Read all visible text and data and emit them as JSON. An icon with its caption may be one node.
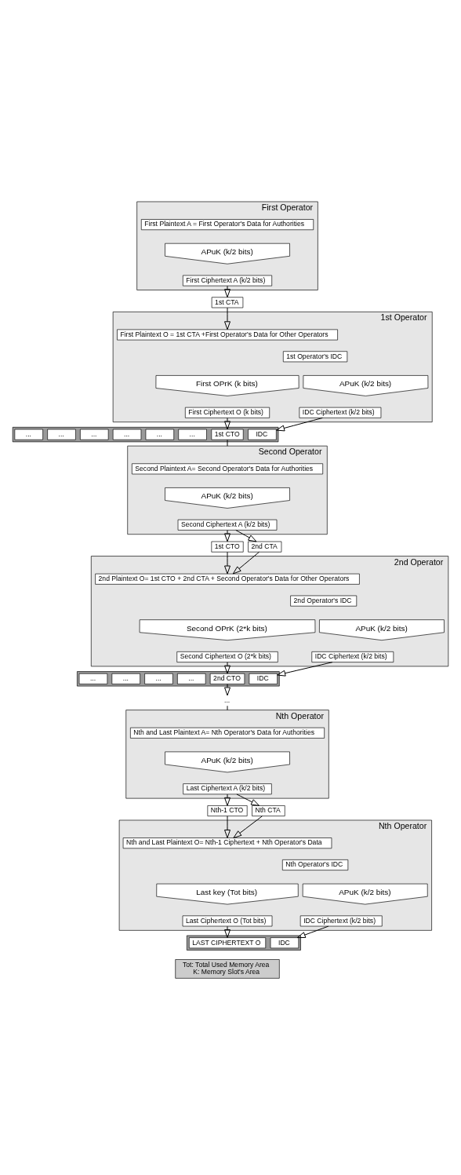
{
  "diagram": {
    "nodes": [
      {
        "text": [
          "First Operator"
        ]
      },
      {
        "text": [
          "First Plaintext A = First Operator's Data for Authorities"
        ],
        "in": 0
      },
      {
        "text": [
          "APuK (k/2 bits)"
        ],
        "in": 0
      },
      {
        "text": [
          "First Ciphertext A (k/2 bits)"
        ],
        "in": 0
      },
      {
        "text": [
          "1st CTA"
        ]
      },
      {
        "text": [
          "1st Operator"
        ]
      },
      {
        "text": [
          "First Plaintext O = 1st CTA +First Operator's Data for Other Operators"
        ],
        "in": 5
      },
      {
        "text": [
          "1st Operator's IDC"
        ],
        "in": 5
      },
      {
        "text": [
          "First OPrK (k bits)"
        ],
        "in": 5
      },
      {
        "text": [
          "APuK (k/2 bits)"
        ],
        "in": 5
      },
      {
        "text": [
          "First Ciphertext O (k bits)"
        ],
        "in": 5
      },
      {
        "text": [
          "IDC Ciphertext (k/2 bits)"
        ],
        "in": 5
      },
      {
        "text": [],
        "shape": "bar"
      },
      {
        "text": [
          "1st CTO"
        ],
        "in": 12
      },
      {
        "text": [
          "IDC"
        ],
        "in": 12
      },
      {
        "text": [
          "..."
        ],
        "in": 12
      },
      {
        "text": [
          "..."
        ],
        "in": 12
      },
      {
        "text": [
          "..."
        ],
        "in": 12
      },
      {
        "text": [
          "..."
        ],
        "in": 12
      },
      {
        "text": [
          "..."
        ],
        "in": 12
      },
      {
        "text": [
          "..."
        ],
        "in": 12
      },
      {
        "text": [
          "Second Operator"
        ]
      },
      {
        "text": [
          "Second Plaintext A= Second Operator's Data for Authorities"
        ],
        "in": 21
      },
      {
        "text": [
          "APuK (k/2 bits)"
        ],
        "in": 21
      },
      {
        "text": [
          "Second Ciphertext A (k/2 bits)"
        ],
        "in": 21
      },
      {
        "text": [
          "1st CTO"
        ]
      },
      {
        "text": [
          "2nd CTA"
        ]
      },
      {
        "text": [
          "2nd Operator"
        ]
      },
      {
        "text": [
          "2nd Plaintext O= 1st CTO + 2nd CTA + Second Operator's Data for Other Operators"
        ],
        "in": 27
      },
      {
        "text": [
          "2nd Operator's IDC"
        ],
        "in": 27
      },
      {
        "text": [
          "Second OPrK (2*k bits)"
        ],
        "in": 27
      },
      {
        "text": [
          "APuK (k/2 bits)"
        ],
        "in": 27
      },
      {
        "text": [
          "Second Ciphertext O (2*k bits)"
        ],
        "in": 27
      },
      {
        "text": [
          "IDC Ciphertext (k/2 bits)"
        ],
        "in": 27
      },
      {
        "text": [],
        "shape": "bar"
      },
      {
        "text": [
          "2nd CTO"
        ],
        "in": 34
      },
      {
        "text": [
          "IDC"
        ],
        "in": 34
      },
      {
        "text": [
          "..."
        ],
        "in": 34
      },
      {
        "text": [
          "..."
        ],
        "in": 34
      },
      {
        "text": [
          "..."
        ],
        "in": 34
      },
      {
        "text": [
          "..."
        ],
        "in": 34
      },
      {
        "text": [
          "..."
        ]
      },
      {
        "text": [
          "Nth Operator"
        ]
      },
      {
        "text": [
          "Nth and Last Plaintext A= Nth Operator's Data for Authorities"
        ],
        "in": 42
      },
      {
        "text": [
          "APuK (k/2 bits)"
        ],
        "in": 42
      },
      {
        "text": [
          "Last Ciphertext A (k/2 bits)"
        ],
        "in": 42
      },
      {
        "text": [
          "Nth-1 CTO"
        ]
      },
      {
        "text": [
          "Nth CTA"
        ]
      },
      {
        "text": [
          "Nth Operator"
        ]
      },
      {
        "text": [
          "Nth and Last Plaintext O= Nth-1 Ciphertext + Nth Operator's Data"
        ],
        "in": 48
      },
      {
        "text": [
          "Nth Operator's IDC"
        ],
        "in": 48
      },
      {
        "text": [
          "Last key (Tot bits)"
        ],
        "in": 48
      },
      {
        "text": [
          "APuK (k/2 bits)"
        ],
        "in": 48
      },
      {
        "text": [
          "Last Ciphertext O (Tot bits)"
        ],
        "in": 48
      },
      {
        "text": [
          "IDC Ciphertext (k/2 bits)"
        ],
        "in": 48
      },
      {
        "text": [],
        "shape": "bar"
      },
      {
        "text": [
          "LAST CIPHERTEXT O"
        ],
        "in": 55
      },
      {
        "text": [
          "IDC"
        ],
        "in": 55
      },
      {
        "text": [
          "Tot: Total Used Memory Area",
          "K: Memory Slot's Area"
        ]
      }
    ],
    "edges": [
      {
        "from": 3,
        "to": 4,
        "arrow": "to"
      },
      {
        "from": 4,
        "to": 6,
        "arrow": "to"
      },
      {
        "from": 10,
        "to": 13,
        "arrow": "to"
      },
      {
        "from": 11,
        "to": 14,
        "arrow": "to"
      },
      {
        "from": 13,
        "to": 21,
        "arrow": "none"
      },
      {
        "from": 24,
        "to": 25,
        "arrow": "to"
      },
      {
        "from": 24,
        "to": 26,
        "arrow": "to"
      },
      {
        "from": 25,
        "to": 28,
        "arrow": "to"
      },
      {
        "from": 26,
        "to": 28,
        "arrow": "to"
      },
      {
        "from": 32,
        "to": 35,
        "arrow": "to"
      },
      {
        "from": 33,
        "to": 36,
        "arrow": "to"
      },
      {
        "from": 35,
        "to": 41,
        "arrow": "to"
      },
      {
        "from": 41,
        "to": 42,
        "arrow": "none"
      },
      {
        "from": 45,
        "to": 46,
        "arrow": "to"
      },
      {
        "from": 45,
        "to": 47,
        "arrow": "to"
      },
      {
        "from": 46,
        "to": 49,
        "arrow": "to"
      },
      {
        "from": 47,
        "to": 49,
        "arrow": "to"
      },
      {
        "from": 53,
        "to": 56,
        "arrow": "to"
      },
      {
        "from": 54,
        "to": 57,
        "arrow": "to"
      }
    ]
  }
}
